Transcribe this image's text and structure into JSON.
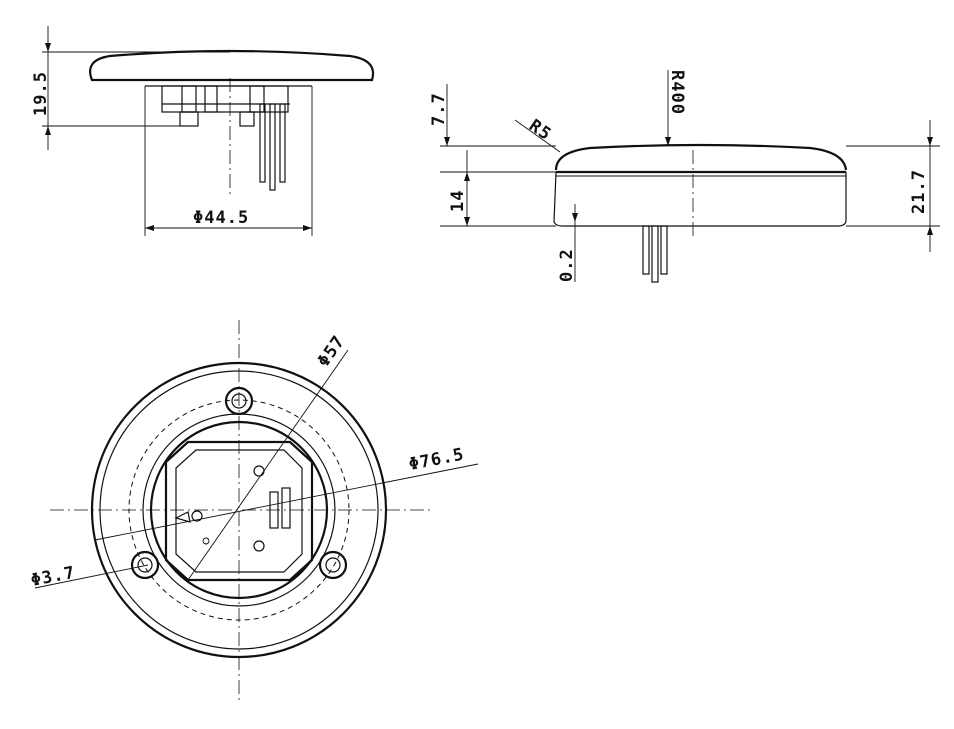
{
  "drawing": {
    "dimensions": {
      "height_side": "19.5",
      "base_diameter": "Φ44.5",
      "dome_height": "7.7",
      "dome_radius": "R400",
      "edge_radius": "R5",
      "body_height": "14",
      "total_height": "21.7",
      "base_offset": "0.2",
      "inner_diameter": "Φ57",
      "outer_diameter": "Φ76.5",
      "hole_diameter": "Φ3.7"
    }
  }
}
